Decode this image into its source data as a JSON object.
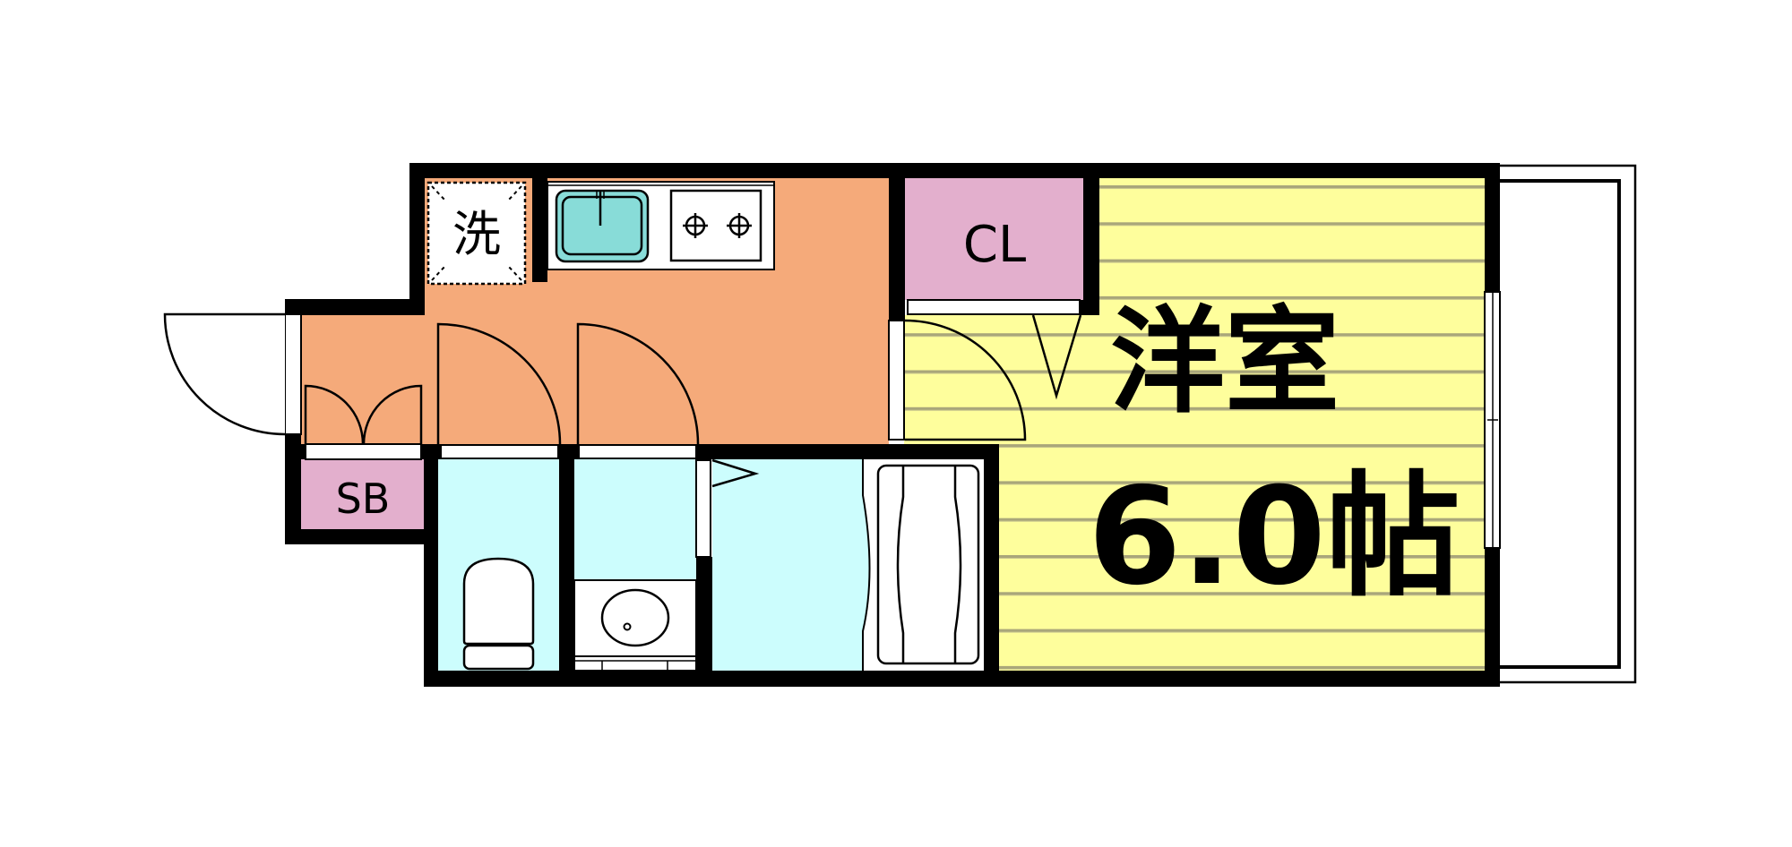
{
  "floor_plan": {
    "type": "apartment-layout-1K",
    "colors": {
      "wall": "#000000",
      "kitchen_entry_floor": "#f5aa7a",
      "storage": "#e3afcd",
      "wet_area": "#ccfdfd",
      "room_floor": "#fefe9c",
      "floor_stripe": "#aeab82",
      "sink_basin": "#88dcd8",
      "fixture": "#ffffff"
    },
    "rooms": {
      "western_room": {
        "name": "洋室",
        "size": "6.0帖"
      },
      "closet": {
        "label": "CL"
      },
      "shoe_box": {
        "label": "SB"
      },
      "washing_machine": {
        "label": "洗"
      },
      "kitchen": {
        "fixtures": [
          "sink",
          "two-burner-stove"
        ]
      },
      "toilet": {
        "fixtures": [
          "toilet"
        ]
      },
      "washroom": {
        "fixtures": [
          "wash-basin"
        ]
      },
      "bathroom": {
        "fixtures": [
          "bathtub"
        ]
      },
      "balcony": {}
    }
  }
}
